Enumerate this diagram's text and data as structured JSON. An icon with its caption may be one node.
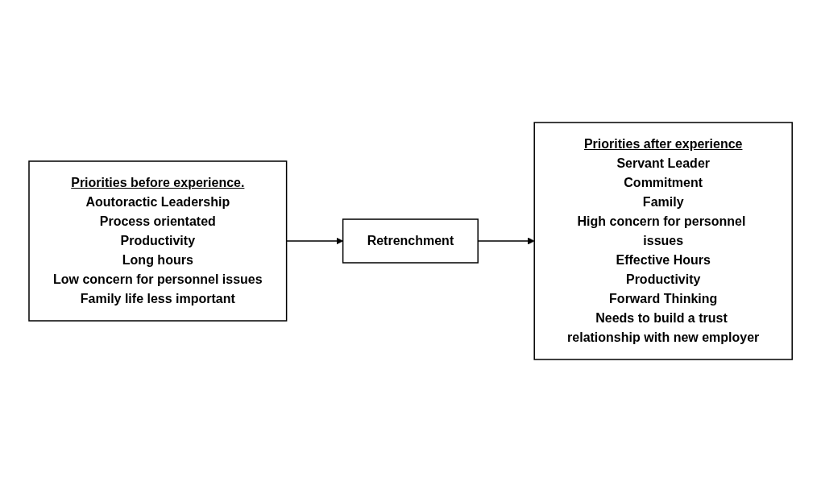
{
  "diagram": {
    "nodes": [
      {
        "text": [
          "Priorities before experience.",
          "Aoutoractic Leadership",
          "Process orientated",
          "Productivity",
          "Long hours",
          "Low concern for personnel issues",
          "Family life less important"
        ]
      },
      {
        "text": [
          "Retrenchment"
        ]
      },
      {
        "text": [
          "Priorities after experience",
          "Servant Leader",
          "Commitment",
          "Family",
          "High concern for personnel issues",
          "Effective Hours",
          "Productivity",
          "Forward Thinking",
          "Needs to build a trust relationship with new employer"
        ]
      }
    ],
    "edges": [
      {
        "from": 0,
        "to": 1,
        "arrow": "to"
      },
      {
        "from": 1,
        "to": 2,
        "arrow": "to"
      }
    ]
  }
}
